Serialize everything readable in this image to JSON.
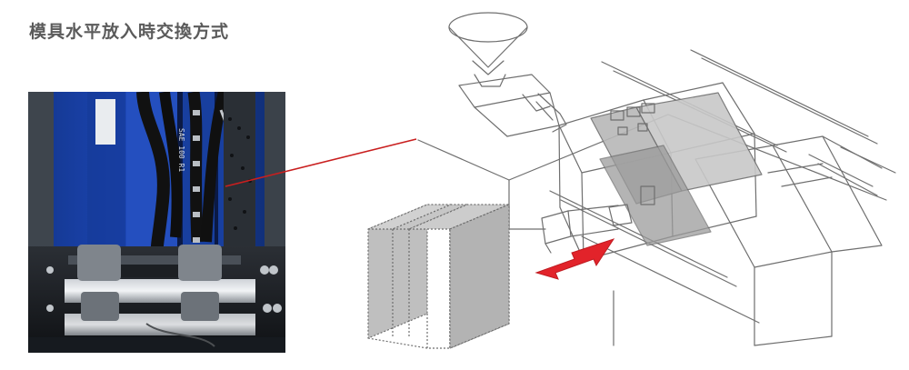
{
  "page": {
    "title": "模具水平放入時交換方式"
  },
  "colors": {
    "title": "#5b5b5b",
    "mold_blue": "#1d46b6",
    "connector_line": "#c91f1f",
    "arrow_red": "#e2232a",
    "line_gray": "#6f6f6f",
    "mold_gray": "#bdbdbd"
  },
  "images": {
    "photo_name": "mold-change-photo",
    "diagram_name": "machine-line-drawing"
  }
}
